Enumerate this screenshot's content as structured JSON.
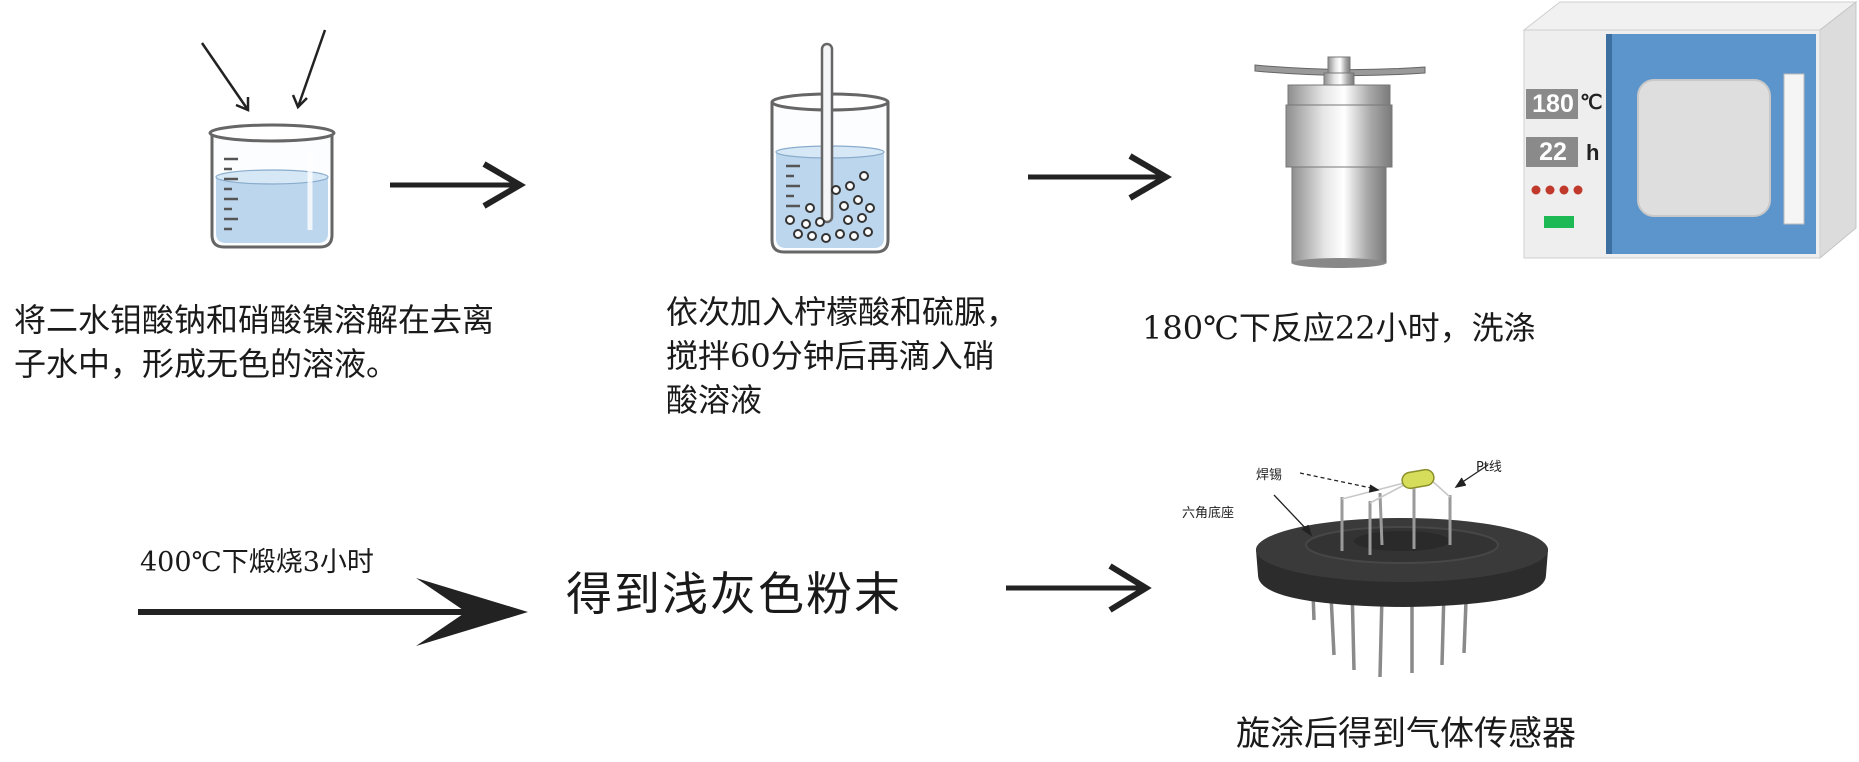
{
  "steps": [
    {
      "text_line1": "将二水钼酸钠和硝酸镍溶解在去离",
      "text_line2": "子水中，形成无色的溶液。"
    },
    {
      "text_line1": "依次加入柠檬酸和硫脲，",
      "text_line2": "搅拌60分钟后再滴入硝",
      "text_line3": "酸溶液"
    },
    {
      "text_line1": "180℃下反应22小时，洗涤"
    }
  ],
  "oven": {
    "temperature": "180",
    "temp_unit": "℃",
    "time": "22",
    "time_unit": "h"
  },
  "calcination_label": "400℃下煅烧3小时",
  "powder_label": "得到浅灰色粉末",
  "sensor": {
    "solder_label": "焊锡",
    "pt_label": "Pt线",
    "base_label": "六角底座",
    "caption": "旋涂后得到气体传感器"
  }
}
